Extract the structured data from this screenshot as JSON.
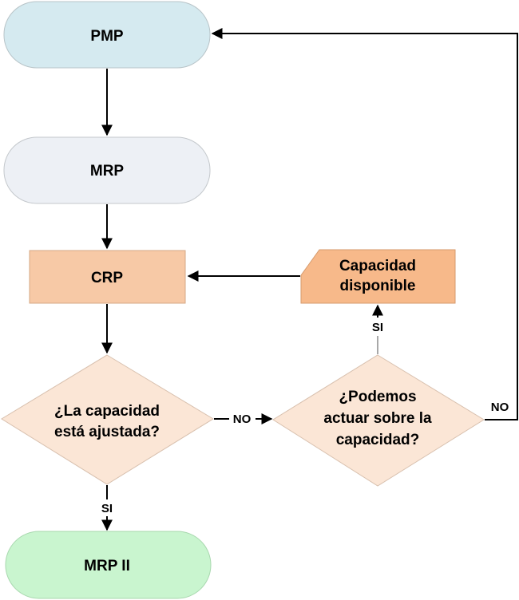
{
  "nodes": {
    "pmp": {
      "label": "PMP",
      "color": "#d5eaf0"
    },
    "mrp": {
      "label": "MRP",
      "color": "#edf0f5"
    },
    "crp": {
      "label": "CRP",
      "color": "#f7c9a6"
    },
    "capacity_available": {
      "line1": "Capacidad",
      "line2": "disponible",
      "color": "#f7b98a"
    },
    "decision_adjusted": {
      "line1": "¿La capacidad",
      "line2": "está ajustada?",
      "color": "#fbe6d6"
    },
    "decision_act": {
      "line1": "¿Podemos",
      "line2": "actuar sobre la",
      "line3": "capacidad?",
      "color": "#fbe6d6"
    },
    "mrp2": {
      "label": "MRP II",
      "color": "#c9f5cf"
    }
  },
  "edges": {
    "adjusted_no": "NO",
    "adjusted_si": "SI",
    "act_si": "SI",
    "act_no": "NO"
  }
}
